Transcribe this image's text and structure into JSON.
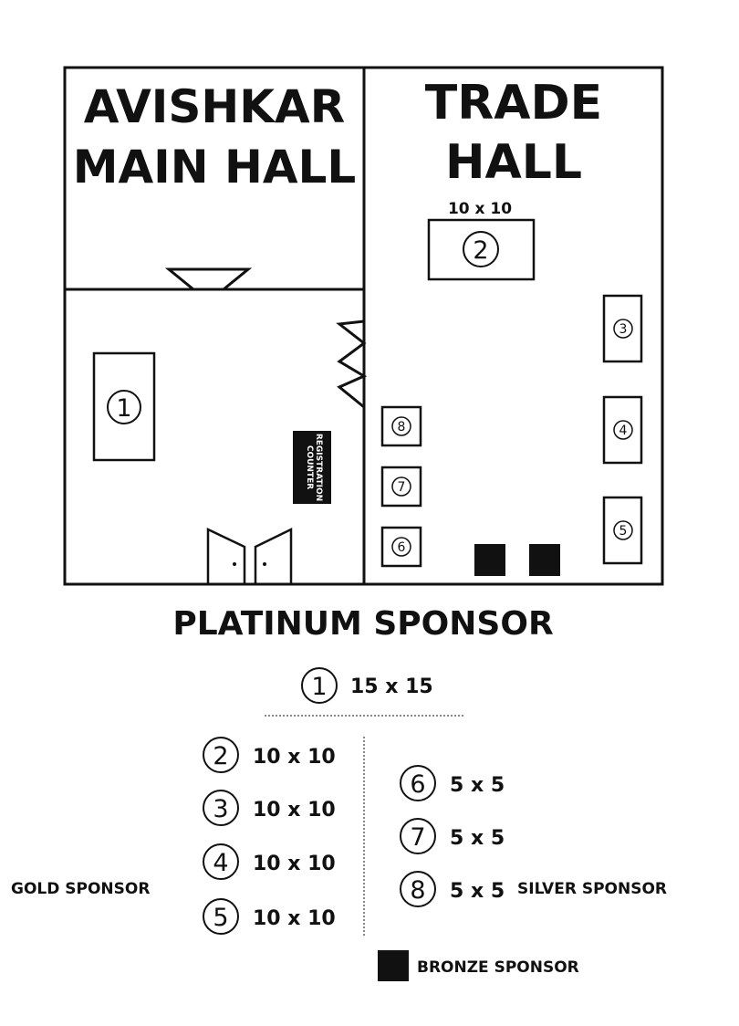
{
  "halls": {
    "main_hall": {
      "line1": "AVISHKAR",
      "line2": "MAIN HALL"
    },
    "trade_hall": {
      "line1": "TRADE",
      "line2": "HALL"
    }
  },
  "booths": {
    "b1": "1",
    "b2": "2",
    "b3": "3",
    "b4": "4",
    "b5": "5",
    "b6": "6",
    "b7": "7",
    "b8": "8",
    "b2_size": "10 x 10"
  },
  "registration": {
    "line1": "REGISTRATION",
    "line2": "COUNTER"
  },
  "legend": {
    "platinum_title": "PLATINUM SPONSOR",
    "gold_title": "GOLD SPONSOR",
    "silver_title": "SILVER SPONSOR",
    "bronze_title": "BRONZE SPONSOR",
    "platinum": [
      {
        "num": "1",
        "size": "15 x 15"
      }
    ],
    "gold": [
      {
        "num": "2",
        "size": "10 x 10"
      },
      {
        "num": "3",
        "size": "10 x 10"
      },
      {
        "num": "4",
        "size": "10 x 10"
      },
      {
        "num": "5",
        "size": "10 x 10"
      }
    ],
    "silver": [
      {
        "num": "6",
        "size": "5 x 5"
      },
      {
        "num": "7",
        "size": "5 x 5"
      },
      {
        "num": "8",
        "size": "5 x 5"
      }
    ]
  },
  "colors": {
    "ink": "#111111",
    "paper": "#ffffff"
  }
}
